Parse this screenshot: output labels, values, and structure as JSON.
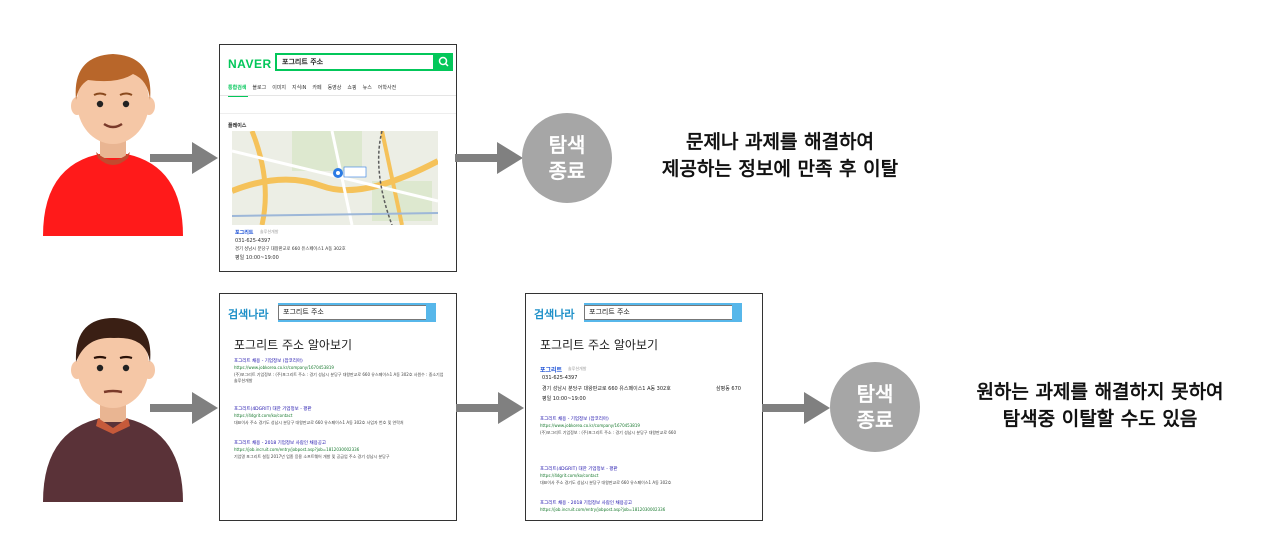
{
  "naver": {
    "logo": "NAVER",
    "query": "포그리트 주소",
    "tabs": [
      "통합검색",
      "블로그",
      "이미지",
      "지식iN",
      "카페",
      "동영상",
      "쇼핑",
      "뉴스",
      "어학사전"
    ],
    "section": "플레이스",
    "place_name": "포그리트",
    "place_tag": "솔루션개발",
    "phone": "031-625-4397",
    "address": "경기 성남시 분당구 대왕판교로 660 유스페이스1 A동 302호",
    "hours": "평일 10:00~19:00"
  },
  "nara1": {
    "logo": "검색나라",
    "query": "포그리트 주소",
    "heading": "포그리트 주소 알아보기",
    "results": [
      {
        "title": "포그리트 채용 - 기업정보 (잡코리아)",
        "url": "https://www.jobkorea.co.kr/company/1670453819",
        "desc": "(주)포그리트 기업정보 : (주)포그리트 주소 : 경기 성남시 분당구 대왕판교로 660 유스페이스1 A동 302호 사원수 : 중소기업 솔루션개발"
      },
      {
        "title": "포그리트(4DGRIT) 대한 기업정보 - 평판",
        "url": "https://4dgrit.com/ko/contact",
        "desc": "대표이사 주소 경기도 성남시 분당구 대왕판교로 660 유스페이스1 A동 302호 사업자 번호 및 연락처"
      },
      {
        "title": "포그리트 채용 - 2018 기업정보 사람인 채용공고",
        "url": "https://job.incruit.com/entry/jobpost.asp?job=1812030002336",
        "desc": "기업명 포그리트 설립 2017년 업종 응용 소프트웨어 개발 및 공급업 주소 경기 성남시 분당구"
      }
    ]
  },
  "nara2": {
    "logo": "검색나라",
    "query": "포그리트 주소",
    "heading": "포그리트 주소 알아보기",
    "place_name": "포그리트",
    "place_tag": "솔루션개발",
    "phone": "031-625-4397",
    "address": "경기 성남시 분당구 대왕판교로 660 유스페이스1 A동 302호",
    "station": "삼평동 670",
    "hours": "평일 10:00~19:00",
    "results": [
      {
        "title": "포그리트 채용 - 기업정보 (잡코리아)",
        "url": "https://www.jobkorea.co.kr/company/1670453819",
        "desc": "(주)포그리트 기업정보 : (주)포그리트 주소 : 경기 성남시 분당구 대왕판교로 660"
      },
      {
        "title": "포그리트(4DGRIT) 대한 기업정보 - 평판",
        "url": "https://4dgrit.com/ko/contact",
        "desc": "대표이사 주소 경기도 성남시 분당구 대왕판교로 660 유스페이스1 A동 302호"
      },
      {
        "title": "포그리트 채용 - 2018 기업정보 사람인 채용공고",
        "url": "https://job.incruit.com/entry/jobpost.asp?job=1812030002336",
        "desc": ""
      }
    ]
  },
  "end_label_1": "탐색",
  "end_label_2": "종료",
  "caption_top": [
    "문제나 과제를 해결하여",
    "제공하는 정보에 만족 후 이탈"
  ],
  "caption_bottom": [
    "원하는 과제를 해결하지 못하여",
    "탐색중 이탈할 수도 있음"
  ],
  "colors": {
    "arrow": "#808080",
    "circle": "#a6a6a6",
    "naver_green": "#03c75a",
    "nara_blue": "#57b7ea",
    "person1_shirt": "#ff1a1a",
    "person2_shirt": "#5a3238"
  }
}
